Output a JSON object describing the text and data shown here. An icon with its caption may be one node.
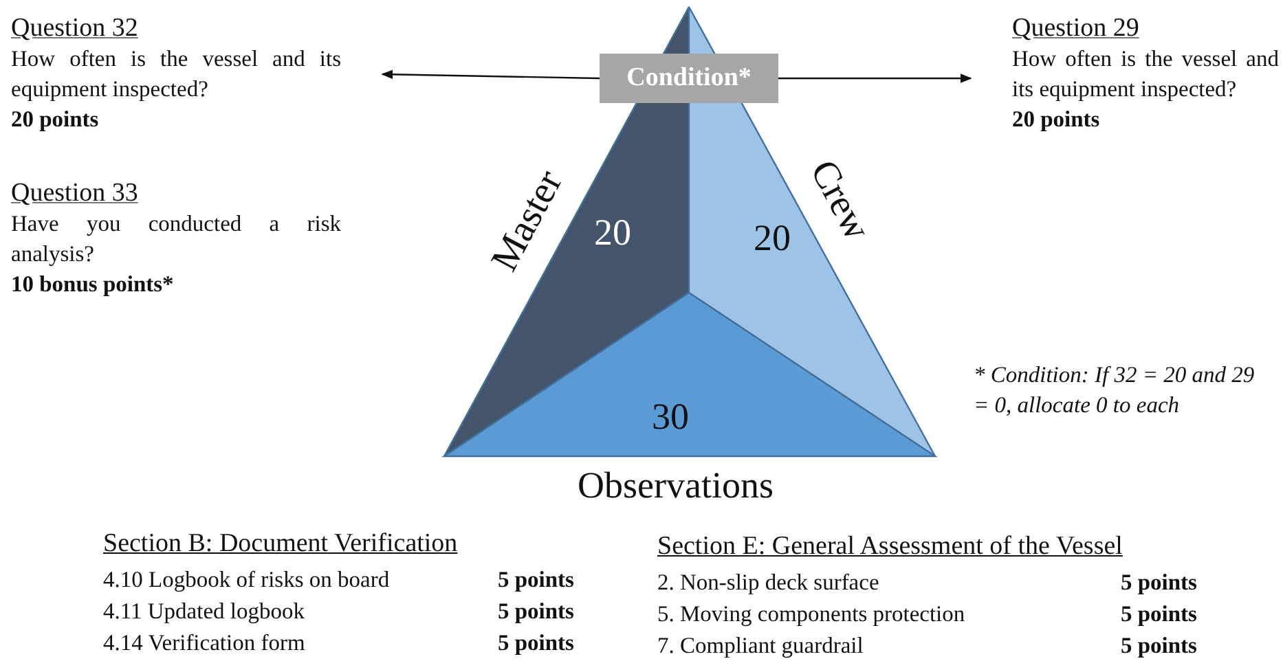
{
  "diagram": {
    "nodes": [
      {
        "text": [
          "Question 32",
          "How often is the vessel and its equipment inspected?",
          "20 points"
        ]
      },
      {
        "text": [
          "Question 33",
          "Have you conducted a risk analysis?",
          "10 bonus points*"
        ]
      },
      {
        "text": [
          "Question 29",
          "How often is the vessel and its equipment inspected?",
          "20 points"
        ]
      },
      {
        "text": [
          "Condition*"
        ]
      },
      {
        "text": [
          "20"
        ],
        "beside": [
          "Master"
        ]
      },
      {
        "text": [
          "20"
        ],
        "beside": [
          "Crew"
        ]
      },
      {
        "text": [
          "30"
        ],
        "beside": [
          "Observations"
        ]
      }
    ],
    "edges": [
      {
        "from": 3,
        "to": 0,
        "arrow": "to"
      },
      {
        "from": 3,
        "to": 2,
        "arrow": "to"
      }
    ],
    "labels": [
      "* Condition: If 32 = 20 and 29 = 0, allocate 0 to each",
      "Section B: Document Verification",
      "4.10 Logbook of risks on board",
      "5 points",
      "4.11 Updated logbook",
      "5 points",
      "4.14 Verification form",
      "5 points",
      "Section E: General Assessment of the Vessel",
      "2. Non-slip deck surface",
      "5 points",
      "5. Moving components protection",
      "5 points",
      "7. Compliant guardrail",
      "5 points"
    ]
  }
}
